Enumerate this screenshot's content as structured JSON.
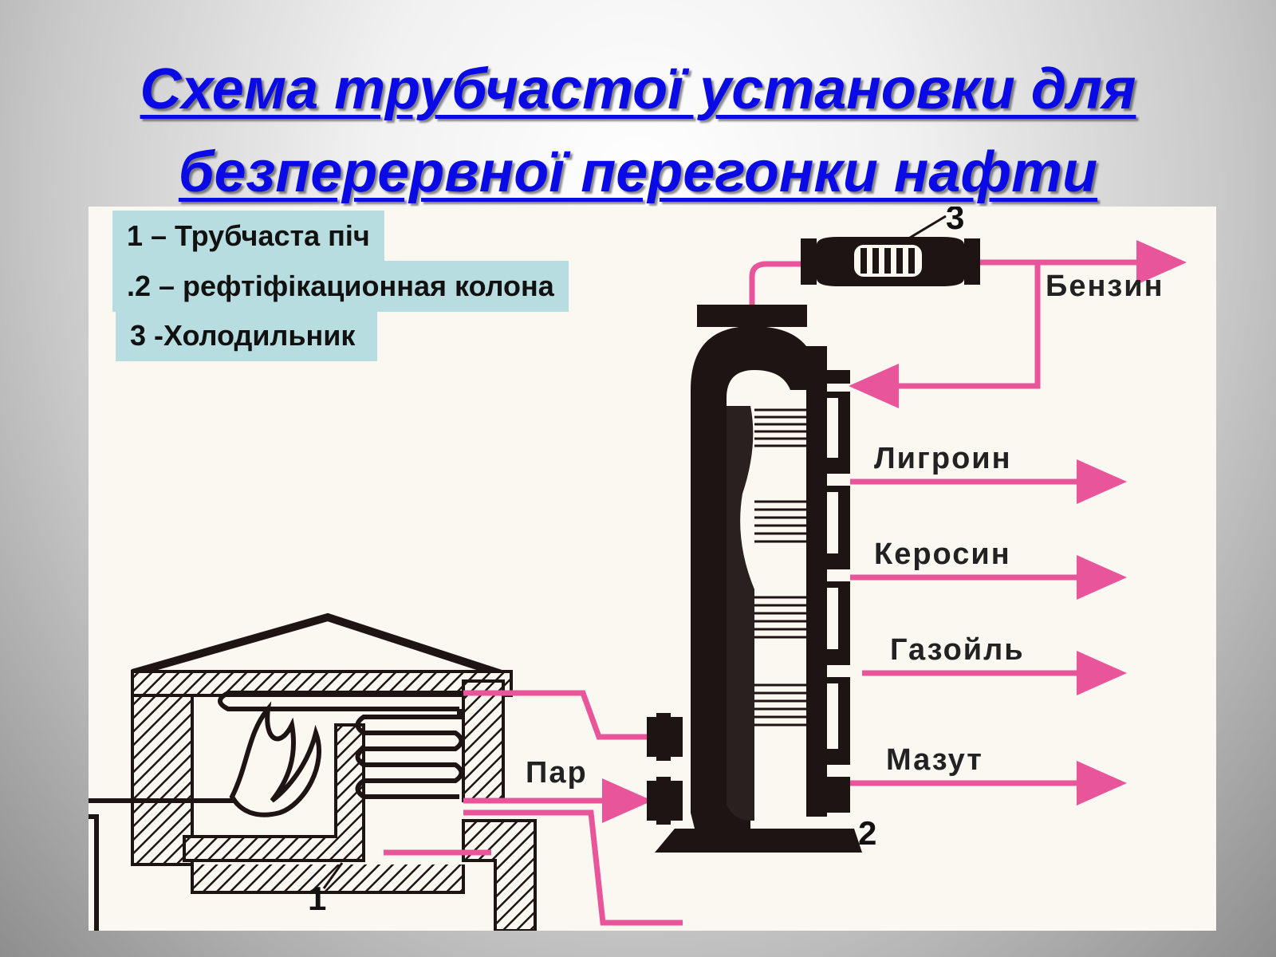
{
  "title": {
    "line1": "Схема трубчастої установки для",
    "line2": "безперервної перегонки нафти"
  },
  "legend": [
    {
      "text": "1 – Трубчаста піч"
    },
    {
      "text": ".2 – рефтіфікационная колона"
    },
    {
      "text": "3 -Холодильник"
    }
  ],
  "diagram": {
    "outputs": [
      "Бензин",
      "Лигроин",
      "Керосин",
      "Газойль",
      "Мазут"
    ],
    "steam_label": "Пар",
    "part_numbers": {
      "furnace": "1",
      "column": "2",
      "cooler": "3"
    }
  },
  "colors": {
    "title": "#0a0ae6",
    "legend_bg": "#b7dde0",
    "pipe_pink": "#e8559a",
    "equipment": "#1e1413"
  },
  "icons": [
    "flame-icon",
    "arrow-right-icon"
  ]
}
